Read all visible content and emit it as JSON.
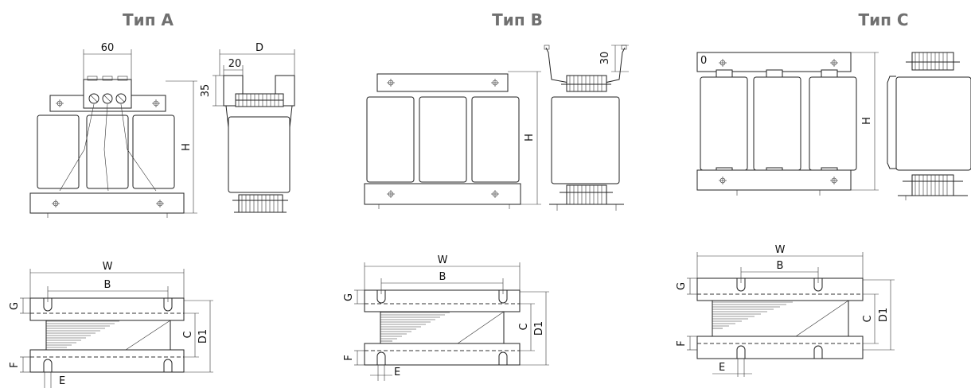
{
  "titles": {
    "type_a": "Тип A",
    "type_b": "Тип B",
    "type_c": "Тип C"
  },
  "dims": {
    "d60": "60",
    "d20": "20",
    "d35": "35",
    "d30": "30",
    "dD": "D",
    "dH": "H",
    "dW": "W",
    "dB": "B",
    "dC": "C",
    "dD1": "D1",
    "dG": "G",
    "dF": "F",
    "dE": "E",
    "d0": "0"
  }
}
